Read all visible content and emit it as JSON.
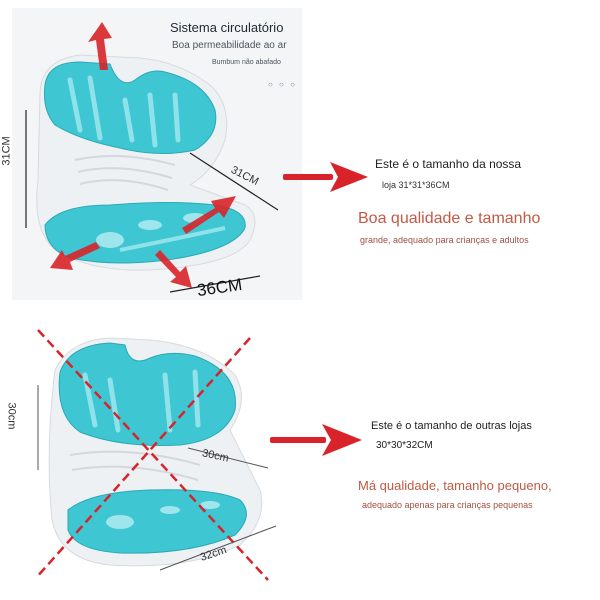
{
  "top_product": {
    "heading": "Sistema circulatório",
    "subheading": "Boa permeabilidade ao ar",
    "caption": "Bumbum não abafado",
    "decoration": "○ ○ ○",
    "dim_height": "31CM",
    "dim_depth": "31CM",
    "dim_width": "36CM"
  },
  "top_info": {
    "line1": "Este é o tamanho da nossa",
    "line2": "loja 31*31*36CM",
    "headline": "Boa qualidade e tamanho",
    "detail": "grande, adequado para crianças e adultos"
  },
  "bottom_product": {
    "dim_height": "30cm",
    "dim_depth": "30cm",
    "dim_width": "32cm"
  },
  "bottom_info": {
    "line1": "Este é o tamanho de outras lojas",
    "line2": "30*30*32CM",
    "headline": "Má qualidade, tamanho pequeno,",
    "detail": "adequado apenas para crianças pequenas"
  },
  "colors": {
    "seat_teal": "#3ec6d3",
    "seat_frame": "#e9edf0",
    "arrow_red": "#d8232a",
    "text_red": "#c05a44"
  },
  "icons": [
    "air-flow-arrow-icon",
    "pointer-arrow-icon",
    "cross-mark-icon"
  ]
}
